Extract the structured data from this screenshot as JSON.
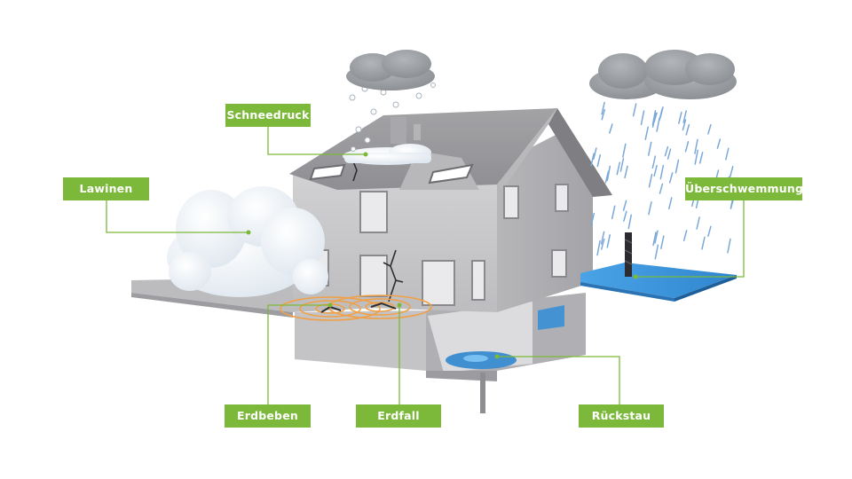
{
  "colors": {
    "accent": "#7cb83a",
    "house_wall": "#c9c9cb",
    "house_wall_dark": "#a9a9ac",
    "roof": "#9a9a9d",
    "snow": "#eef3f8",
    "water": "#3a8fd6",
    "rain": "#7aa9d8",
    "cloud": "#9a9da2",
    "seismic": "#f0a046"
  },
  "labels": {
    "schneedruck": "Schneedruck",
    "lawinen": "Lawinen",
    "ueberschwemmung": "Überschwemmung",
    "erdbeben": "Erdbeben",
    "erdfall": "Erdfall",
    "rueckstau": "Rückstau"
  }
}
